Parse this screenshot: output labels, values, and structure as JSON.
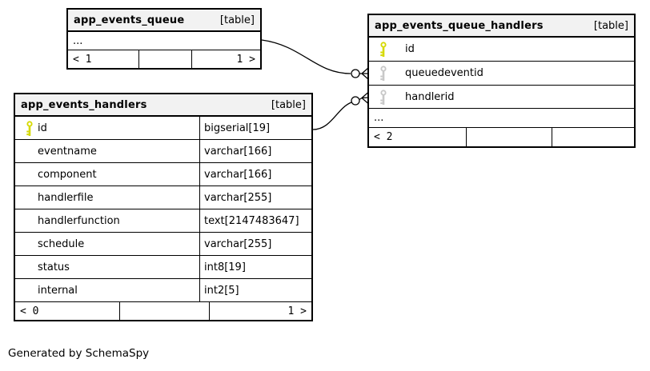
{
  "generated_note": "Generated by SchemaSpy",
  "colors": {
    "primary_key": "#d6d900",
    "foreign_key": "#c8c8c8",
    "header_bg": "#f2f2f2",
    "line": "#000000"
  },
  "tables": [
    {
      "name": "app_events_queue",
      "badge": "[table]",
      "ellipsis": "...",
      "footer": {
        "left": "< 1",
        "middle": "",
        "right": "1 >"
      }
    },
    {
      "name": "app_events_queue_handlers",
      "badge": "[table]",
      "columns": [
        {
          "name": "id",
          "key": "primary"
        },
        {
          "name": "queuedeventid",
          "key": "foreign"
        },
        {
          "name": "handlerid",
          "key": "foreign"
        }
      ],
      "ellipsis": "...",
      "footer": {
        "left": "< 2",
        "middle": "",
        "right": ""
      }
    },
    {
      "name": "app_events_handlers",
      "badge": "[table]",
      "columns": [
        {
          "name": "id",
          "type": "bigserial[19]",
          "key": "primary"
        },
        {
          "name": "eventname",
          "type": "varchar[166]"
        },
        {
          "name": "component",
          "type": "varchar[166]"
        },
        {
          "name": "handlerfile",
          "type": "varchar[255]"
        },
        {
          "name": "handlerfunction",
          "type": "text[2147483647]"
        },
        {
          "name": "schedule",
          "type": "varchar[255]"
        },
        {
          "name": "status",
          "type": "int8[19]"
        },
        {
          "name": "internal",
          "type": "int2[5]"
        }
      ],
      "footer": {
        "left": "< 0",
        "middle": "",
        "right": "1 >"
      }
    }
  ]
}
